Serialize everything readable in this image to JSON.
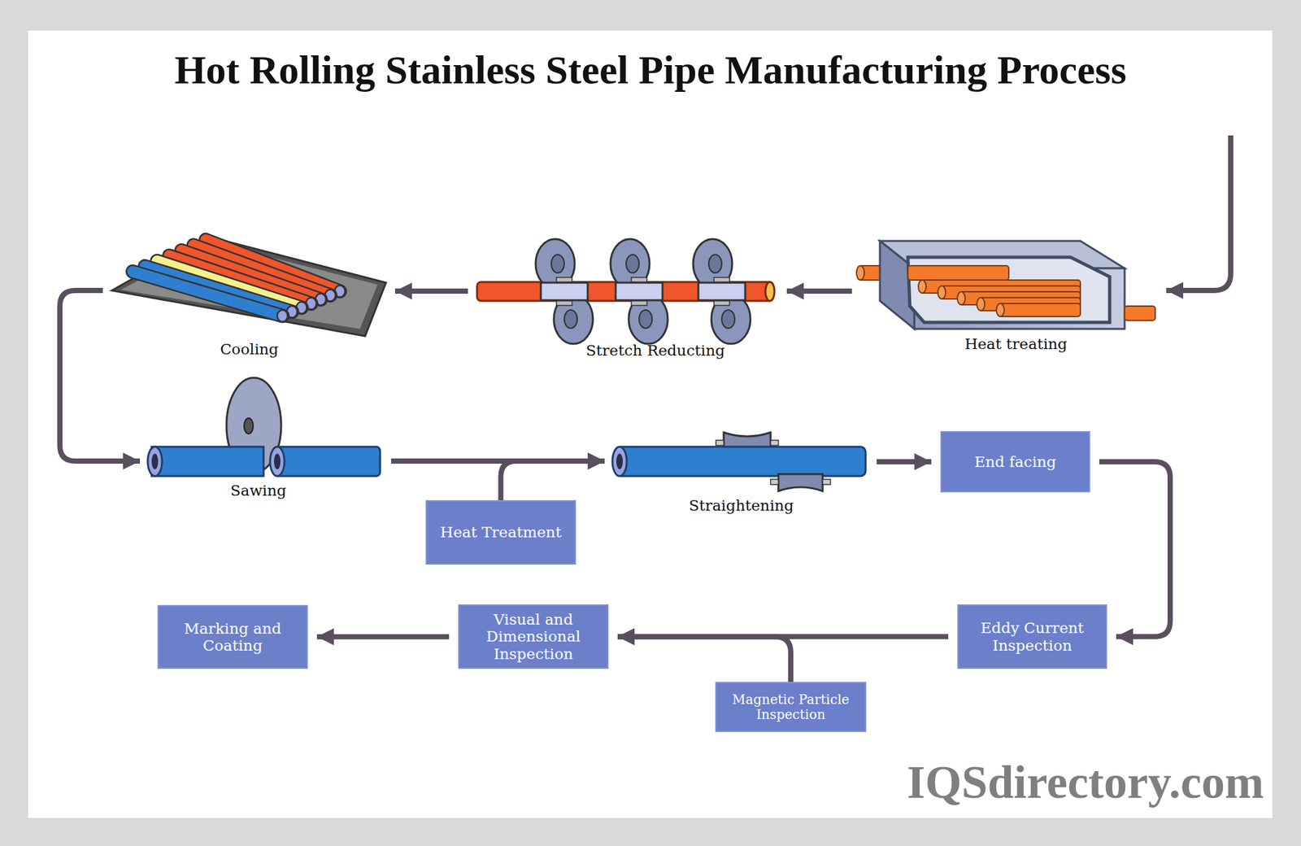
{
  "diagram": {
    "title": "Hot Rolling Stainless Steel Pipe Manufacturing Process",
    "nodes": [
      {
        "text": [
          "Heat treating"
        ]
      },
      {
        "text": [
          "Stretch Reducting"
        ]
      },
      {
        "text": [
          "Cooling"
        ]
      },
      {
        "text": [
          "Sawing"
        ]
      },
      {
        "text": [
          "Heat Treatment"
        ]
      },
      {
        "text": [
          "Straightening"
        ]
      },
      {
        "text": [
          "End facing"
        ]
      },
      {
        "text": [
          "Eddy Current Inspection"
        ]
      },
      {
        "text": [
          "Magnetic Particle Inspection"
        ]
      },
      {
        "text": [
          "Visual and Dimensional Inspection"
        ]
      },
      {
        "text": [
          "Marking and Coating"
        ]
      }
    ],
    "edges": [
      {
        "from": 0,
        "to": 1,
        "arrow": "to"
      },
      {
        "from": 1,
        "to": 2,
        "arrow": "to"
      },
      {
        "from": 2,
        "to": 3,
        "arrow": "to"
      },
      {
        "from": 3,
        "to": 5,
        "arrow": "to"
      },
      {
        "from": 4,
        "to": 5,
        "arrow": "to"
      },
      {
        "from": 5,
        "to": 6,
        "arrow": "to"
      },
      {
        "from": 6,
        "to": 7,
        "arrow": "to"
      },
      {
        "from": 7,
        "to": 9,
        "arrow": "to"
      },
      {
        "from": 8,
        "to": 9,
        "arrow": "to"
      },
      {
        "from": 9,
        "to": 10,
        "arrow": "to"
      }
    ],
    "labels": [
      "IQSdirectory.com"
    ]
  }
}
